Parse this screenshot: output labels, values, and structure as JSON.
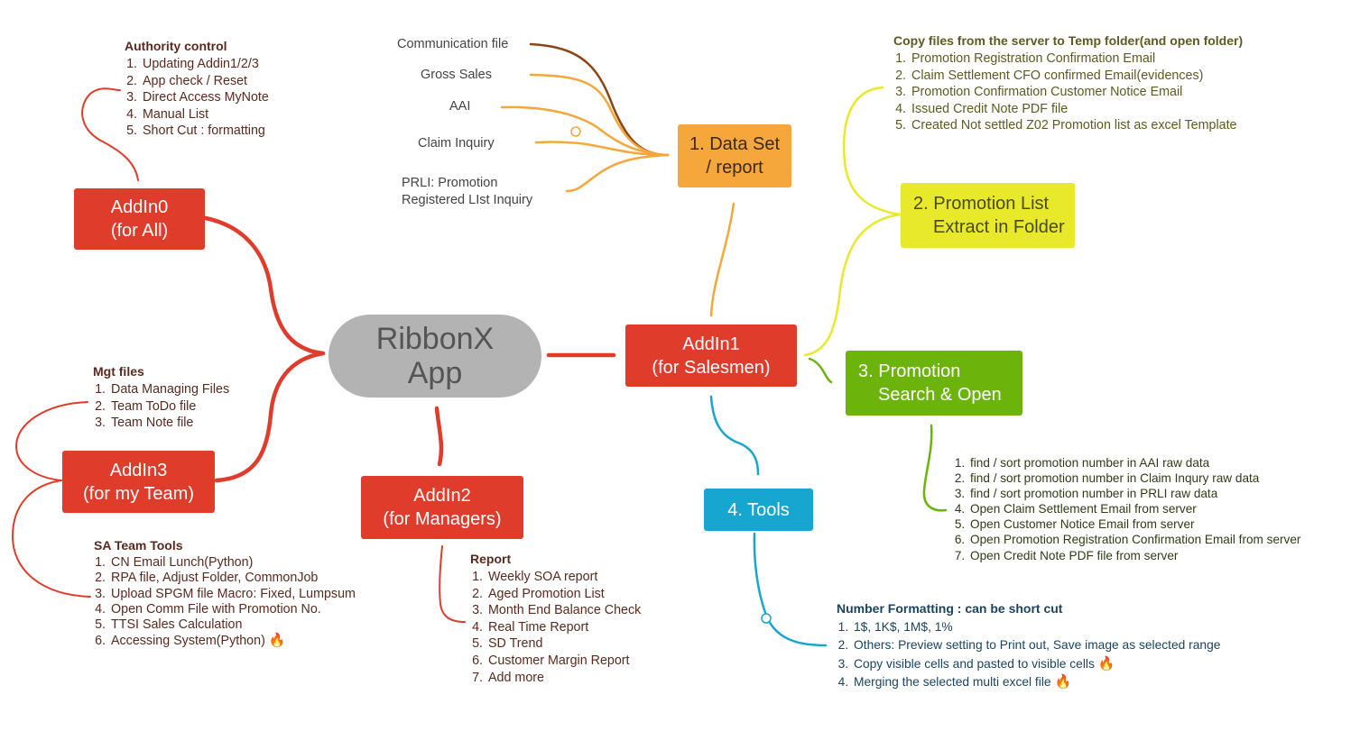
{
  "center": {
    "line1": "RibbonX",
    "line2": "App"
  },
  "nodes": {
    "addin0": {
      "line1": "AddIn0",
      "line2": "(for All)"
    },
    "addin1": {
      "line1": "AddIn1",
      "line2": "(for Salesmen)"
    },
    "addin2": {
      "line1": "AddIn2",
      "line2": "(for Managers)"
    },
    "addin3": {
      "line1": "AddIn3",
      "line2": "(for my Team)"
    },
    "dataset": {
      "line1": "1. Data Set",
      "line2": "/ report"
    },
    "promo_list": {
      "line1": "2. Promotion List",
      "line2": "Extract in Folder"
    },
    "promo_search": {
      "line1": "3. Promotion",
      "line2": "Search & Open"
    },
    "tools": {
      "line1": "4. Tools"
    }
  },
  "dataset_sources": {
    "communication": "Communication file",
    "gross_sales": "Gross Sales",
    "aai": "AAI",
    "claim_inquiry": "Claim Inquiry",
    "prli_1": "PRLI: Promotion",
    "prli_2": "Registered LIst Inquiry"
  },
  "authority": {
    "title": "Authority control",
    "items": [
      "Updating Addin1/2/3",
      "App check / Reset",
      "Direct Access MyNote",
      "Manual List",
      "Short Cut : formatting"
    ]
  },
  "mgt_files": {
    "title": "Mgt files",
    "items": [
      "Data Managing Files",
      "Team ToDo file",
      "Team Note file"
    ]
  },
  "sa_tools": {
    "title": "SA Team Tools",
    "items": [
      "CN Email Lunch(Python)",
      "RPA file, Adjust Folder, CommonJob",
      "Upload SPGM file Macro: Fixed, Lumpsum",
      "Open Comm File with Promotion No.",
      "TTSI Sales Calculation",
      "Accessing System(Python)"
    ]
  },
  "report": {
    "title": "Report",
    "items": [
      "Weekly SOA report",
      "Aged Promotion List",
      "Month End Balance Check",
      "Real Time Report",
      "SD Trend",
      "Customer Margin Report",
      "Add more"
    ]
  },
  "copy_files": {
    "title": "Copy files from the server to Temp folder(and open folder)",
    "items": [
      "Promotion Registration Confirmation Email",
      "Claim Settlement CFO confirmed Email(evidences)",
      "Promotion Confirmation Customer Notice Email",
      "Issued Credit Note PDF file",
      "Created Not settled Z02 Promotion list as excel Template"
    ]
  },
  "search_items": {
    "items": [
      "find / sort promotion number in AAI raw data",
      "find / sort promotion number in Claim Inqury raw data",
      "find / sort promotion number in PRLI raw data",
      "Open Claim Settlement Email from server",
      "Open Customer Notice Email from server",
      "Open Promotion Registration Confirmation Email from server",
      "Open Credit Note PDF file from server"
    ]
  },
  "number_formatting": {
    "title": "Number Formatting : can be short cut",
    "items": [
      "1$, 1K$, 1M$, 1%",
      "Others: Preview setting to Print out, Save image as selected range",
      "Copy visible cells and pasted to visible cells",
      "Merging the selected multi excel file"
    ]
  },
  "fire_icon": "🔥",
  "colors": {
    "red": "#e03c2b",
    "orange": "#f5a73c",
    "yellow": "#e9e92b",
    "green": "#6cb40c",
    "blue": "#16a6cf",
    "center": "#b3b3b3"
  }
}
